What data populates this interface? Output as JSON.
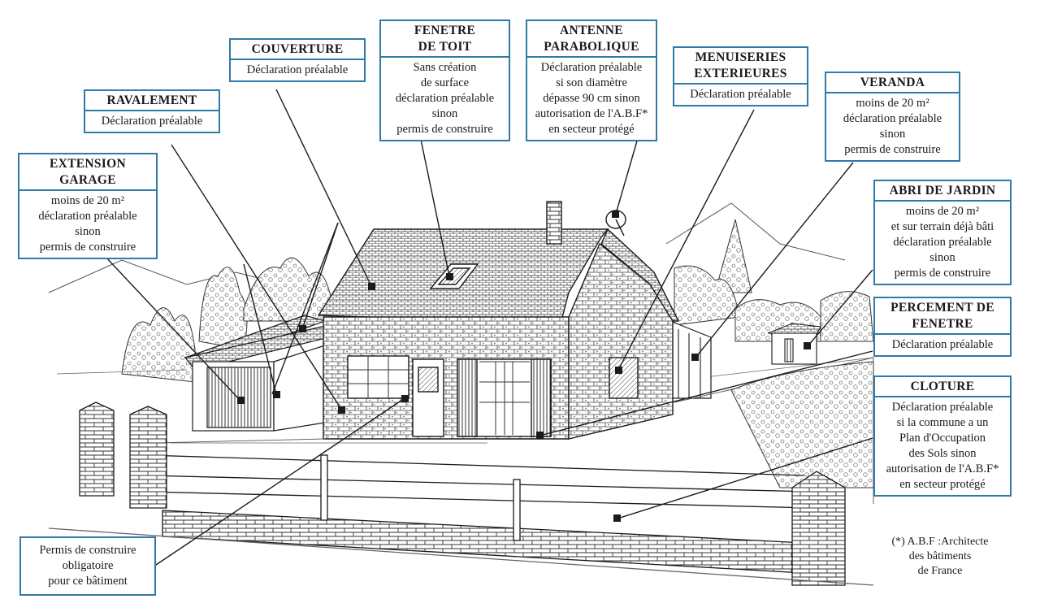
{
  "labels": {
    "couverture": {
      "title": [
        "COUVERTURE"
      ],
      "desc": [
        "Déclaration préalable"
      ]
    },
    "ravalement": {
      "title": [
        "RAVALEMENT"
      ],
      "desc": [
        "Déclaration préalable"
      ]
    },
    "extension_garage": {
      "title": [
        "EXTENSION",
        "GARAGE"
      ],
      "desc": [
        "moins de 20 m²",
        "déclaration préalable",
        "sinon",
        "permis de construire"
      ]
    },
    "fenetre_de_toit": {
      "title": [
        "FENETRE",
        "DE TOIT"
      ],
      "desc": [
        "Sans création",
        "de surface",
        "déclaration préalable",
        "sinon",
        "permis de construire"
      ]
    },
    "antenne_parabolique": {
      "title": [
        "ANTENNE",
        "PARABOLIQUE"
      ],
      "desc": [
        "Déclaration préalable",
        "si son diamètre",
        "dépasse 90 cm sinon",
        "autorisation de l'A.B.F*",
        "en secteur protégé"
      ]
    },
    "menuiseries_exterieures": {
      "title": [
        "MENUISERIES",
        "EXTERIEURES"
      ],
      "desc": [
        "Déclaration préalable"
      ]
    },
    "veranda": {
      "title": [
        "VERANDA"
      ],
      "desc": [
        "moins de 20 m²",
        "déclaration préalable",
        "sinon",
        "permis de construire"
      ]
    },
    "abri_de_jardin": {
      "title": [
        "ABRI DE JARDIN"
      ],
      "desc": [
        "moins de 20 m²",
        "et sur terrain déjà bâti",
        "déclaration préalable",
        "sinon",
        "permis de construire"
      ]
    },
    "percement_de_fenetre": {
      "title": [
        "PERCEMENT DE",
        "FENETRE"
      ],
      "desc": [
        "Déclaration préalable"
      ]
    },
    "cloture": {
      "title": [
        "CLOTURE"
      ],
      "desc": [
        "Déclaration préalable",
        "si la commune a un",
        "Plan d'Occupation",
        "des Sols sinon",
        "autorisation de l'A.B.F*",
        "en secteur protégé"
      ]
    },
    "permis_batiment": {
      "title": [],
      "desc": [
        "Permis de construire",
        "obligatoire",
        "pour ce bâtiment"
      ]
    }
  },
  "footnote": [
    "(*) A.B.F :Architecte",
    "des bâtiments",
    "de France"
  ],
  "colors": {
    "box_border": "#2f7aa6",
    "ink": "#1a1a1a",
    "marker": "#1a1a1a"
  }
}
